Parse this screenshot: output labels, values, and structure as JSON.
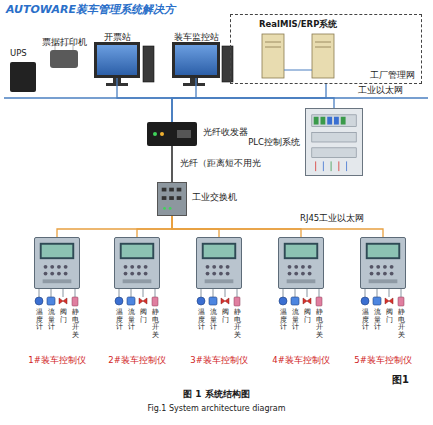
{
  "diagram": {
    "title": "AUTOWARE装车管理系统解决方",
    "caption": "图 1 系统结构图",
    "nodes": [
      {
        "text": [
          "UPS"
        ]
      },
      {
        "text": [
          "票据打印机"
        ]
      },
      {
        "text": [
          "开票站"
        ]
      },
      {
        "text": [
          "装车监控站"
        ]
      },
      {
        "text": [
          "RealMIS/ERP系统",
          "工厂管理网"
        ]
      },
      {
        "text": [
          "光纤收发器"
        ]
      },
      {
        "text": [
          "工业交换机"
        ]
      },
      {
        "text": [
          "PLC控制系统"
        ]
      },
      {
        "text": [
          "1#装车控制仪"
        ]
      },
      {
        "text": [
          "2#装车控制仪"
        ]
      },
      {
        "text": [
          "3#装车控制仪"
        ]
      },
      {
        "text": [
          "4#装车控制仪"
        ]
      },
      {
        "text": [
          "5#装车控制仪"
        ]
      }
    ],
    "edges": [
      {
        "from": 5,
        "to": 2,
        "arrow": "none"
      },
      {
        "from": 5,
        "to": 3,
        "arrow": "none"
      },
      {
        "from": 5,
        "to": 4,
        "arrow": "none"
      },
      {
        "from": 5,
        "to": 7,
        "arrow": "none"
      },
      {
        "from": 5,
        "to": 6,
        "arrow": "none"
      },
      {
        "from": 6,
        "to": 8,
        "arrow": "none"
      },
      {
        "from": 6,
        "to": 9,
        "arrow": "none"
      },
      {
        "from": 6,
        "to": 10,
        "arrow": "none"
      },
      {
        "from": 6,
        "to": 11,
        "arrow": "none"
      },
      {
        "from": 6,
        "to": 12,
        "arrow": "none"
      }
    ],
    "labels": [
      "工业以太网",
      "光纤（距离短不用光",
      "RJ45工业以太网",
      "温度计",
      "流量计",
      "阀门",
      "静电开关",
      "温度计",
      "流量计",
      "阀门",
      "静电开关",
      "温度计",
      "流量计",
      "阀门",
      "静电开关",
      "温度计",
      "流量计",
      "阀门",
      "静电开关",
      "温度计",
      "流量计",
      "阀门",
      "静电开关",
      "Fig.1 System architecture diagram",
      "图1"
    ]
  }
}
